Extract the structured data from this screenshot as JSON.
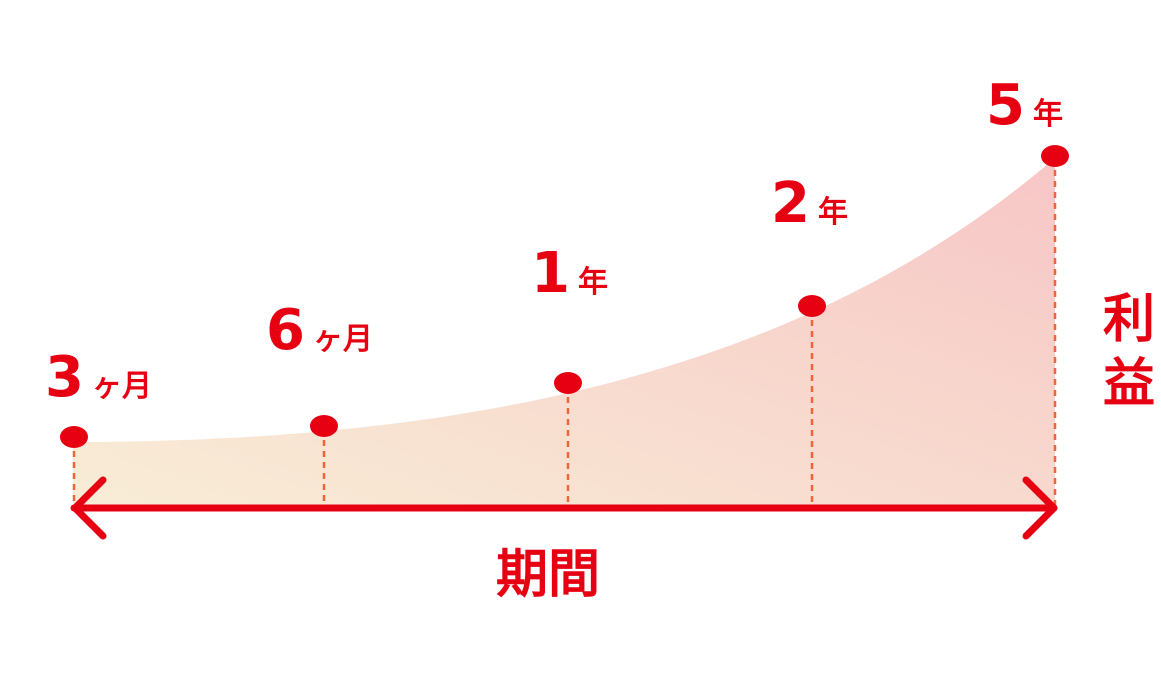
{
  "colors": {
    "accent": "#E60012",
    "guide": "#F0643C",
    "fill_start": "#F8EDD6",
    "fill_end": "#F7C6C6"
  },
  "axis": {
    "x_label": "期間",
    "y_label_top": "利",
    "y_label_bottom": "益"
  },
  "milestones": [
    {
      "number": "3",
      "unit": "ヶ月"
    },
    {
      "number": "6",
      "unit": "ヶ月"
    },
    {
      "number": "1",
      "unit": "年"
    },
    {
      "number": "2",
      "unit": "年"
    },
    {
      "number": "5",
      "unit": "年"
    }
  ]
}
